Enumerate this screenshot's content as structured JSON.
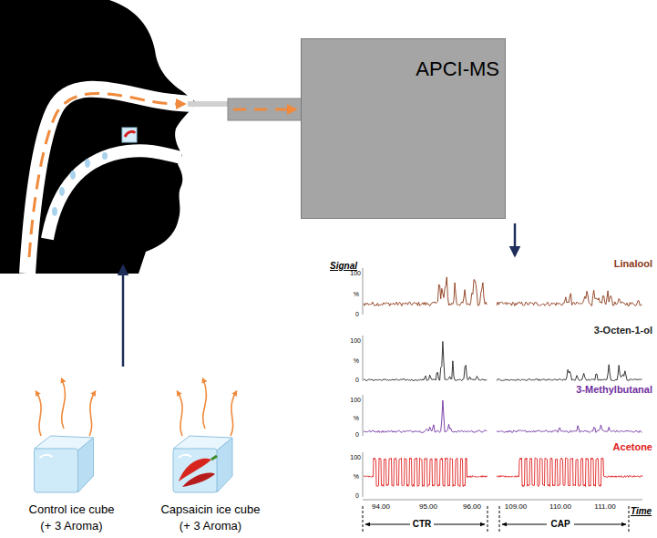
{
  "diagram": {
    "nodes": [
      {
        "text": [
          "APCI-MS"
        ]
      },
      {
        "text": [
          "Control ice cube",
          "(+ 3 Aroma)"
        ]
      },
      {
        "text": [
          "Capsaicin ice cube",
          "(+ 3 Aroma)"
        ]
      }
    ],
    "labels": [
      "Signal",
      "100",
      "%",
      "0",
      "Linalool",
      "100",
      "%",
      "0",
      "3-Octen-1-ol",
      "100",
      "%",
      "0",
      "3-Methylbutanal",
      "100",
      "%",
      "0",
      "Acetone",
      "94.00",
      "95.00",
      "96.00",
      "109.00",
      "110.00",
      "111.00",
      "Time",
      "CTR",
      "CAP"
    ]
  }
}
